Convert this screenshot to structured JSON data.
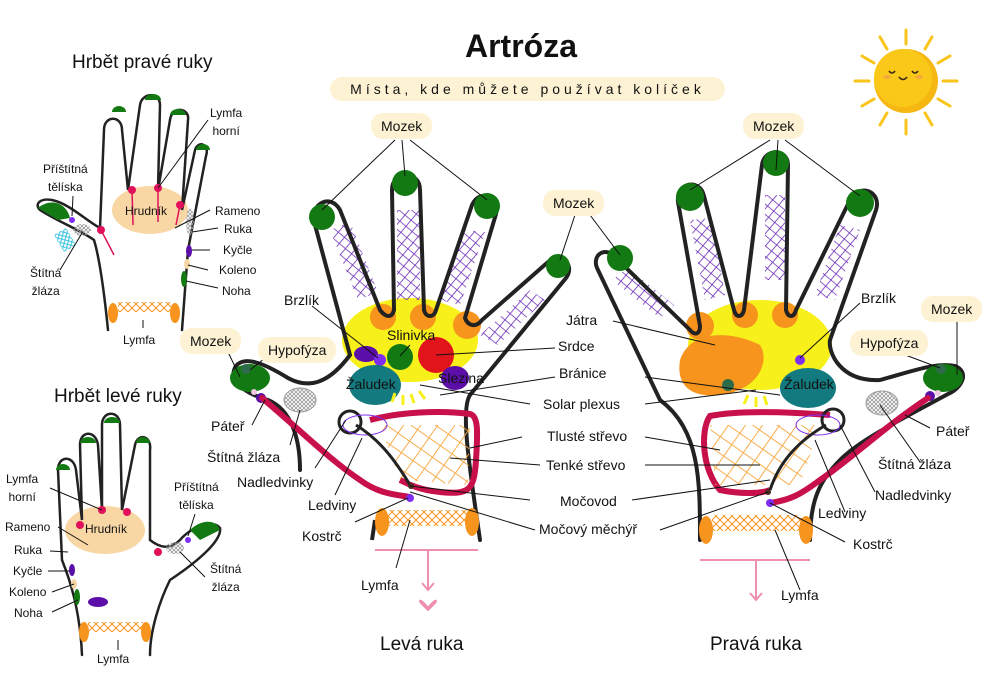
{
  "title": "Artróza",
  "subtitle": "Místa, kde můžete používat kolíček",
  "icons": {
    "sun": "sun-smiley-icon"
  },
  "colors": {
    "pill_bg": "#fdf3d4",
    "brain_green": "#137a13",
    "orange": "#f7941d",
    "yellow": "#f7f01a",
    "red": "#e1141b",
    "purple": "#5b0ea8",
    "teal": "#137a7f",
    "magenta": "#c8104a",
    "pink": "#ef8fb0"
  },
  "back_right": {
    "heading": "Hrbět pravé ruky",
    "labels": {
      "lymfa_horni": "Lymfa\nhorní",
      "pristitna": "Příštítná\ntělíska",
      "hrudnik": "Hrudník",
      "rameno": "Rameno",
      "ruka": "Ruka",
      "kycle": "Kyčle",
      "koleno": "Koleno",
      "noha": "Noha",
      "stitna": "Štítná\nžláza",
      "lymfa": "Lymfa"
    }
  },
  "back_left": {
    "heading": "Hrbět levé ruky",
    "labels": {
      "lymfa_horni": "Lymfa\nhorní",
      "pristitna": "Příštítná\ntělíska",
      "hrudnik": "Hrudník",
      "rameno": "Rameno",
      "ruka": "Ruka",
      "kycle": "Kyčle",
      "koleno": "Koleno",
      "noha": "Noha",
      "stitna": "Štítná\nžláza",
      "lymfa": "Lymfa"
    }
  },
  "palm_left": {
    "caption": "Levá ruka",
    "mozek_top": "Mozek",
    "mozek_index": "Mozek",
    "mozek_thumb": "Mozek",
    "hypofyza": "Hypofýza",
    "brzlik": "Brzlík",
    "slinivka": "Slinivka",
    "zaludek": "Žaludek",
    "slezina": "Slezina",
    "pater": "Páteř",
    "stitna": "Štítná žláza",
    "nadledvinky": "Nadledvinky",
    "ledviny": "Ledviny",
    "kostrc": "Kostrč",
    "lymfa": "Lymfa"
  },
  "palm_right": {
    "caption": "Pravá ruka",
    "mozek_top": "Mozek",
    "mozek_thumb": "Mozek",
    "hypofyza": "Hypofýza",
    "brzlik": "Brzlík",
    "zaludek": "Žaludek",
    "pater": "Páteř",
    "stitna": "Štítná žláza",
    "nadledvinky": "Nadledvinky",
    "ledviny": "Ledviny",
    "kostrc": "Kostrč",
    "lymfa": "Lymfa"
  },
  "center_labels": {
    "jatra": "Játra",
    "srdce": "Srdce",
    "branice": "Bránice",
    "solar_plexus": "Solar plexus",
    "tluste_strevo": "Tlusté střevo",
    "tenke_strevo": "Tenké střevo",
    "mocovod": "Močovod",
    "mocovy_mechyr": "Močový měchýř"
  }
}
